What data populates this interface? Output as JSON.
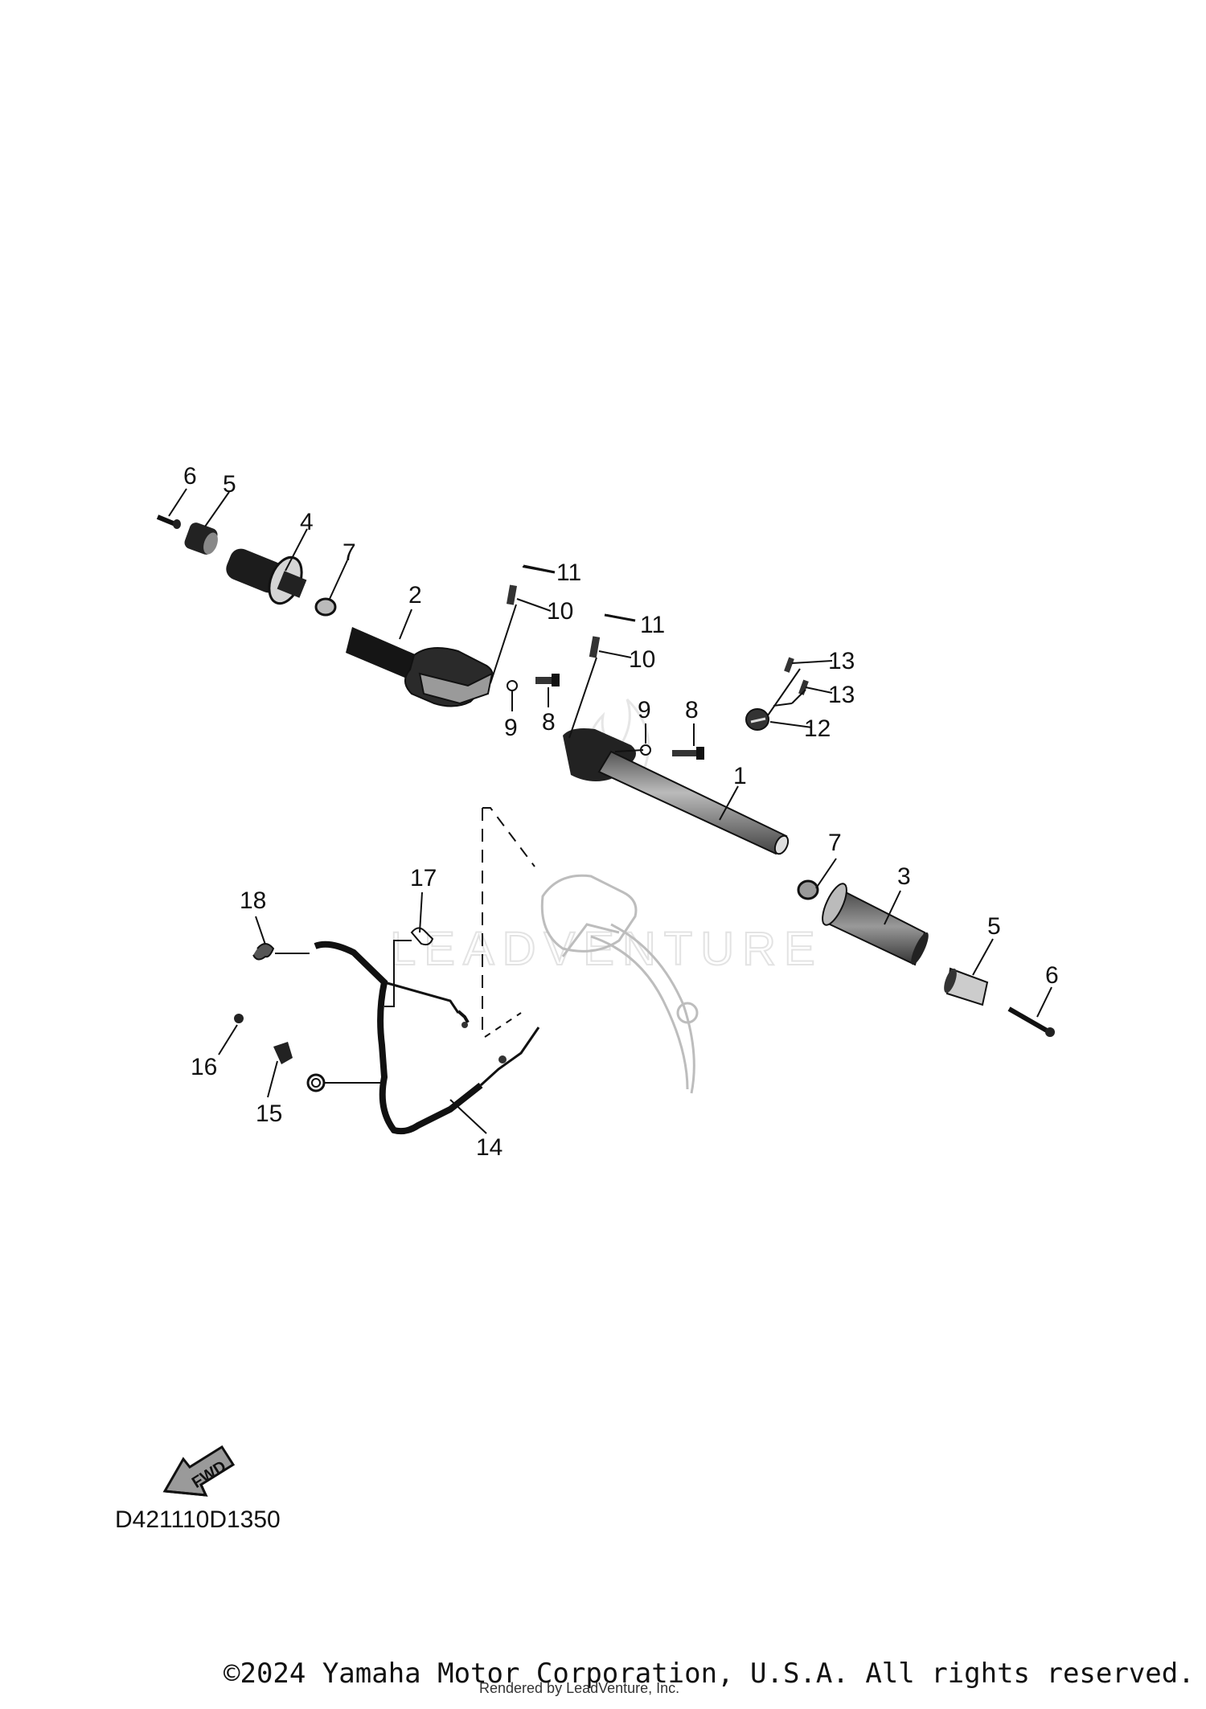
{
  "diagram": {
    "code": "D421110D1350",
    "fwd_label": "FWD",
    "watermark": "LEADVENTURE",
    "callouts": [
      "1",
      "2",
      "3",
      "4",
      "5",
      "5",
      "6",
      "6",
      "7",
      "7",
      "8",
      "8",
      "9",
      "9",
      "10",
      "10",
      "11",
      "11",
      "12",
      "13",
      "13",
      "14",
      "15",
      "16",
      "17",
      "18"
    ]
  },
  "footer": {
    "copyright": "©2024 Yamaha Motor Corporation, U.S.A. All rights reserved.",
    "rendered_by": "Rendered by LeadVenture, Inc."
  }
}
